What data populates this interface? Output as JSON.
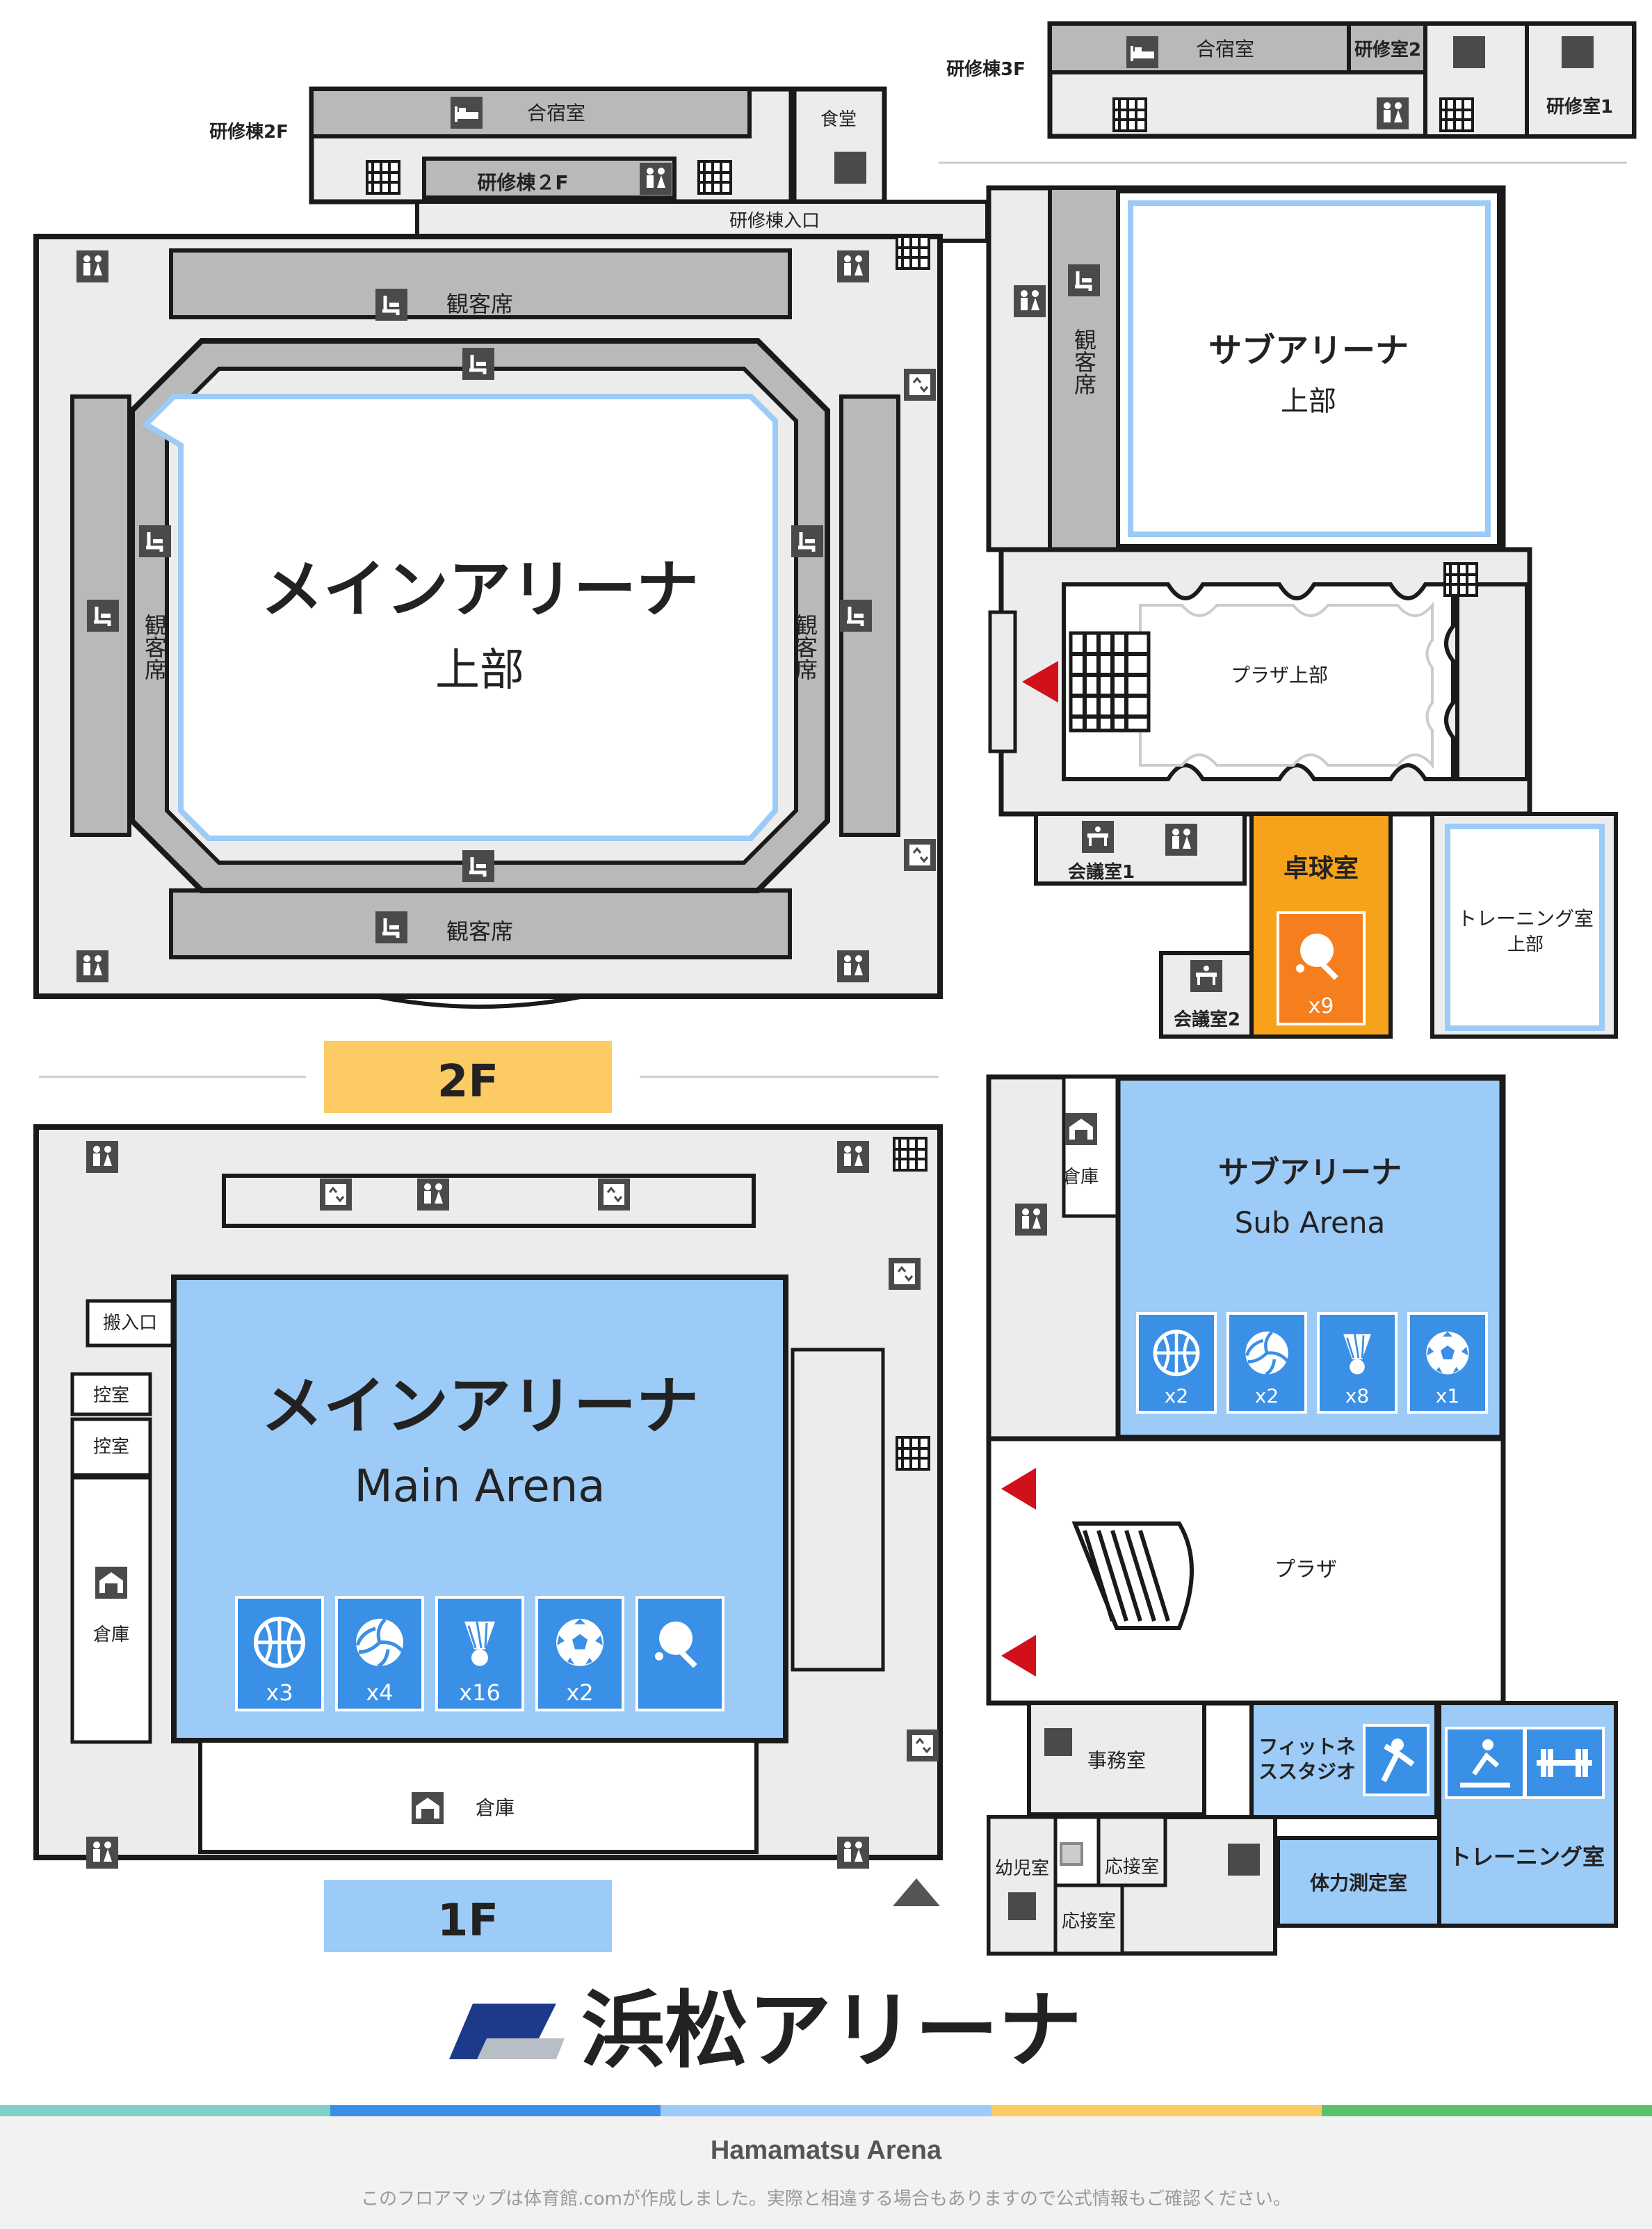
{
  "floors": {
    "f2": {
      "badge": "2F",
      "main_arena": {
        "title": "メインアリーナ",
        "sub": "上部"
      },
      "sub_arena": {
        "title": "サブアリーナ",
        "sub": "上部"
      },
      "stands": [
        "観客席",
        "観客席",
        "観客席",
        "観客席",
        "観客席"
      ],
      "plaza": "プラザ上部",
      "meeting1": "会議室1",
      "meeting2": "会議室2",
      "table_tennis": {
        "label": "卓球室",
        "count": "x9"
      },
      "training": {
        "label": "トレーニング室",
        "sub": "上部"
      },
      "dorm2": {
        "floor": "研修棟2F",
        "room": "合宿室",
        "dining": "食堂",
        "wing": "研修棟２F",
        "entrance": "研修棟入口"
      },
      "dorm3": {
        "floor": "研修棟3F",
        "room": "合宿室",
        "seminar1": "研修室1",
        "seminar2": "研修室2"
      }
    },
    "f1": {
      "badge": "1F",
      "main_arena": {
        "title": "メインアリーナ",
        "sub": "Main Arena"
      },
      "sub_arena": {
        "title": "サブアリーナ",
        "sub": "Sub Arena"
      },
      "main_sports": [
        {
          "icon": "basketball-icon",
          "count": "x3"
        },
        {
          "icon": "volleyball-icon",
          "count": "x4"
        },
        {
          "icon": "badminton-icon",
          "count": "x16"
        },
        {
          "icon": "soccer-icon",
          "count": "x2"
        },
        {
          "icon": "table-tennis-icon",
          "count": ""
        }
      ],
      "sub_sports": [
        {
          "icon": "basketball-icon",
          "count": "x2"
        },
        {
          "icon": "volleyball-icon",
          "count": "x2"
        },
        {
          "icon": "badminton-icon",
          "count": "x8"
        },
        {
          "icon": "soccer-icon",
          "count": "x1"
        }
      ],
      "loading": "搬入口",
      "waiting1": "控室",
      "waiting2": "控室",
      "storage_left": "倉庫",
      "storage_bottom": "倉庫",
      "storage_sub": "倉庫",
      "plaza": "プラザ",
      "office": "事務室",
      "fitness": "フィットネ\nススタジオ",
      "fitness_l1": "フィットネ",
      "fitness_l2": "ススタジオ",
      "training": "トレーニング室",
      "fitness_test": "体力測定室",
      "nursery": "幼児室",
      "reception1": "応接室",
      "reception2": "応接室"
    }
  },
  "brand": {
    "name": "浜松アリーナ",
    "blue": "#1d3a8a",
    "gray": "#b8bec6"
  },
  "footer": {
    "title": "Hamamatsu Arena",
    "note": "このフロアマップは体育館.comが作成しました。実際と相違する場合もありますので公式情報もご確認ください。"
  },
  "colors": {
    "arena_blue": "#9ccbf7",
    "icon_blue": "#3a8fe6",
    "orange": "#f7a21b",
    "badge_2f": "#fccb63",
    "badge_1f": "#9ccbf7",
    "wall": "#1a1a1a",
    "seat_gray": "#b9b9b9",
    "floor_gray": "#ececec",
    "stripe": [
      "#7ed0c8",
      "#3a8fe6",
      "#9ccbf7",
      "#fccb63",
      "#5cc26a"
    ]
  }
}
